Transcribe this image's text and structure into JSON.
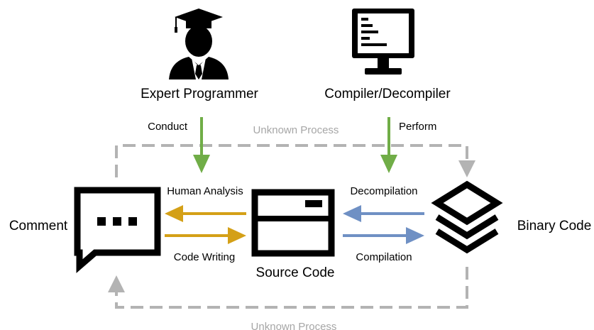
{
  "nodes": {
    "expert_programmer": "Expert Programmer",
    "compiler_decompiler": "Compiler/Decompiler",
    "comment": "Comment",
    "source_code": "Source Code",
    "binary_code": "Binary Code"
  },
  "edges": {
    "conduct": "Conduct",
    "perform": "Perform",
    "human_analysis": "Human Analysis",
    "code_writing": "Code Writing",
    "decompilation": "Decompilation",
    "compilation": "Compilation",
    "unknown_process_top": "Unknown Process",
    "unknown_process_bottom": "Unknown Process"
  },
  "icons": {
    "programmer": "graduate-programmer-icon",
    "computer": "computer-monitor-icon",
    "comment": "speech-bubble-icon",
    "source": "code-window-icon",
    "binary": "layers-stack-icon"
  },
  "colors": {
    "green": "#70ad47",
    "gold": "#d4a017",
    "blue": "#6f90c4",
    "gray": "#b0b0b0",
    "black": "#000000"
  }
}
